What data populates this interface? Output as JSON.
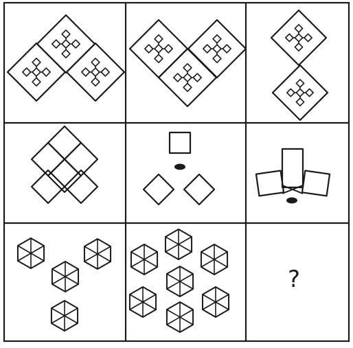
{
  "puzzle": {
    "rows": 3,
    "cols": 3,
    "missing_marker": "?",
    "cells": [
      {
        "row": 1,
        "col": 1,
        "content": "three-diamonds-with-cross-pattern"
      },
      {
        "row": 1,
        "col": 2,
        "content": "three-diamonds-with-cross-pattern"
      },
      {
        "row": 1,
        "col": 3,
        "content": "two-diamonds-with-cross-pattern"
      },
      {
        "row": 2,
        "col": 1,
        "content": "x-shape-of-squares"
      },
      {
        "row": 2,
        "col": 2,
        "content": "square-and-two-diamonds-with-dot"
      },
      {
        "row": 2,
        "col": 3,
        "content": "fanned-rectangles-with-dot"
      },
      {
        "row": 3,
        "col": 1,
        "content": "four-hexagons"
      },
      {
        "row": 3,
        "col": 2,
        "content": "seven-hexagons"
      },
      {
        "row": 3,
        "col": 3,
        "content": "missing"
      }
    ]
  },
  "colors": {
    "ink": "#1a1a1a",
    "paper": "#ffffff"
  },
  "icons": [
    "diamond-icon",
    "square-icon",
    "hexagon-icon",
    "dot-icon",
    "question-mark"
  ]
}
